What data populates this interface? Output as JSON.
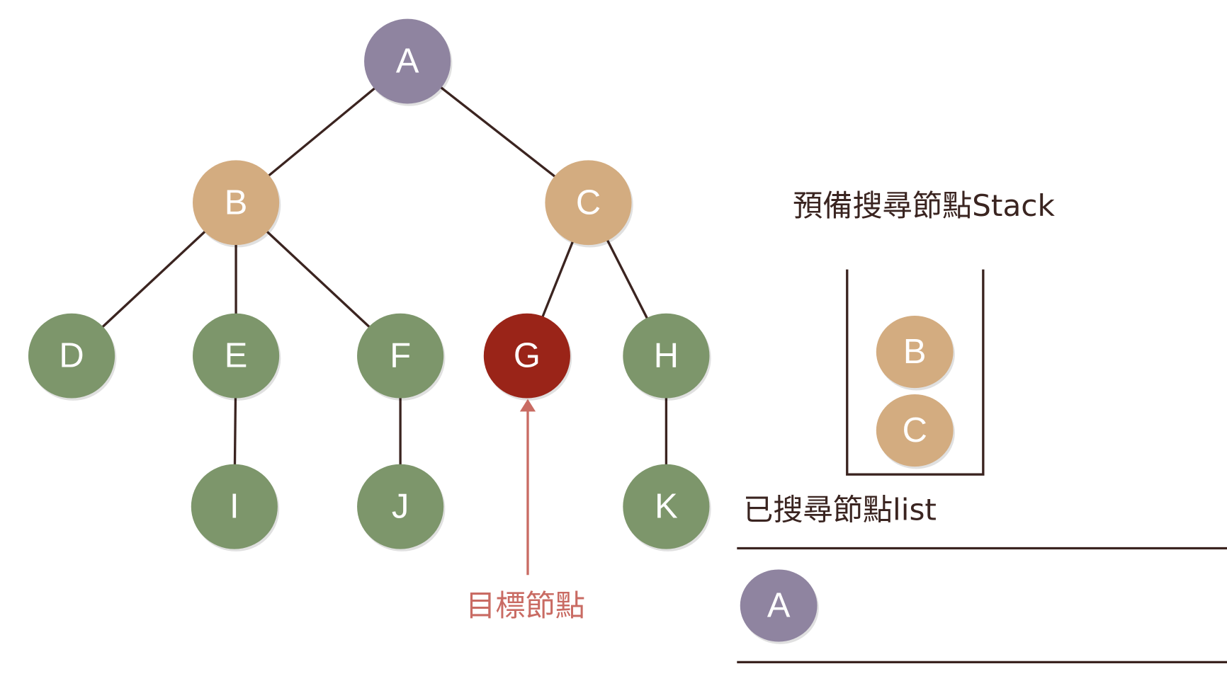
{
  "colors": {
    "root": "#8f84a0",
    "pending": "#d3ac80",
    "unvisited": "#7d966b",
    "target": "#9a2418",
    "edge": "#3b2420",
    "annotation": "#c96b63"
  },
  "tree": {
    "nodes": [
      {
        "id": "A",
        "label": "A",
        "state": "root"
      },
      {
        "id": "B",
        "label": "B",
        "state": "pending"
      },
      {
        "id": "C",
        "label": "C",
        "state": "pending"
      },
      {
        "id": "D",
        "label": "D",
        "state": "unvisited"
      },
      {
        "id": "E",
        "label": "E",
        "state": "unvisited"
      },
      {
        "id": "F",
        "label": "F",
        "state": "unvisited"
      },
      {
        "id": "G",
        "label": "G",
        "state": "target"
      },
      {
        "id": "H",
        "label": "H",
        "state": "unvisited"
      },
      {
        "id": "I",
        "label": "I",
        "state": "unvisited"
      },
      {
        "id": "J",
        "label": "J",
        "state": "unvisited"
      },
      {
        "id": "K",
        "label": "K",
        "state": "unvisited"
      }
    ],
    "edges": [
      [
        "A",
        "B"
      ],
      [
        "A",
        "C"
      ],
      [
        "B",
        "D"
      ],
      [
        "B",
        "E"
      ],
      [
        "B",
        "F"
      ],
      [
        "C",
        "G"
      ],
      [
        "C",
        "H"
      ],
      [
        "E",
        "I"
      ],
      [
        "F",
        "J"
      ],
      [
        "H",
        "K"
      ]
    ]
  },
  "target_label": "目標節點",
  "stack": {
    "title": "預備搜尋節點Stack",
    "items": [
      "B",
      "C"
    ]
  },
  "visited": {
    "title": "已搜尋節點list",
    "items": [
      "A"
    ]
  }
}
